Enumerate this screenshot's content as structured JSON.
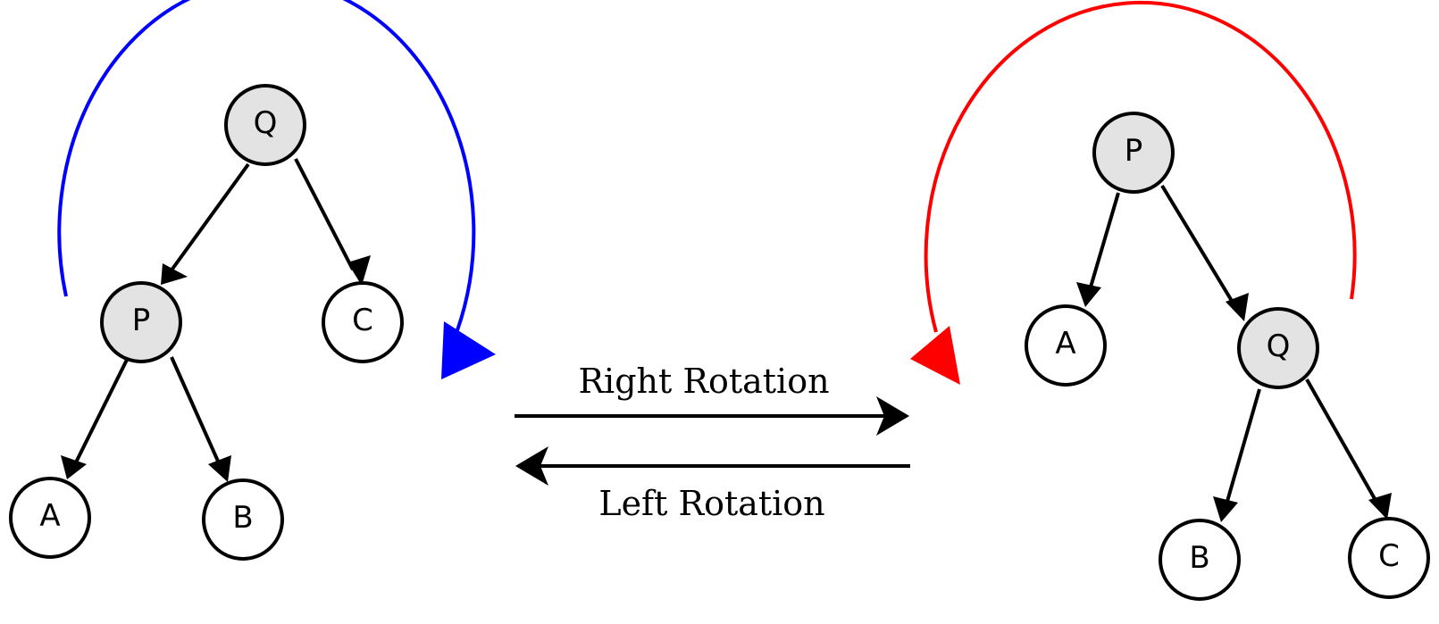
{
  "left_tree": {
    "nodes": {
      "root": "Q",
      "inner": "P",
      "right_leaf": "C",
      "left_leaf_a": "A",
      "left_leaf_b": "B"
    },
    "arc_color": "#0000ff"
  },
  "right_tree": {
    "nodes": {
      "root": "P",
      "left_leaf": "A",
      "inner": "Q",
      "leaf_b": "B",
      "leaf_c": "C"
    },
    "arc_color": "#ff0000"
  },
  "rotations": {
    "right_label": "Right Rotation",
    "left_label": "Left Rotation"
  },
  "colors": {
    "pivot_fill": "#e3e3e3",
    "leaf_fill": "#ffffff",
    "line": "#000000"
  }
}
